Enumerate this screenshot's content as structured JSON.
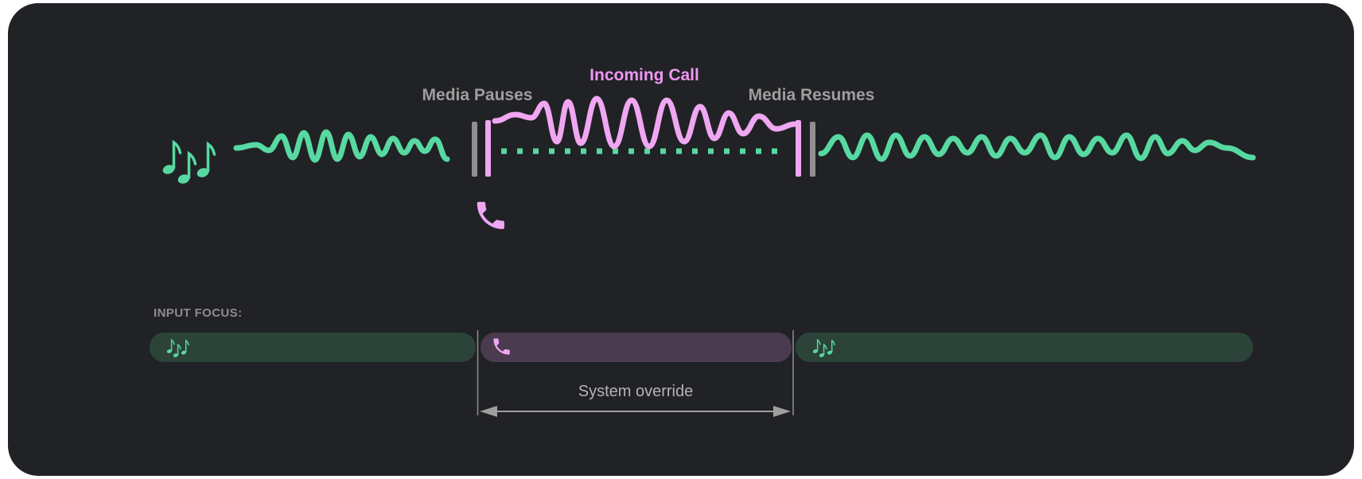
{
  "timeline": {
    "media_pauses": "Media Pauses",
    "incoming_call": "Incoming Call",
    "media_resumes": "Media Resumes"
  },
  "input_focus": {
    "heading": "INPUT FOCUS:",
    "system_override": "System override",
    "segments": [
      {
        "name": "media-before",
        "icon": "music-notes-icon"
      },
      {
        "name": "call",
        "icon": "phone-icon"
      },
      {
        "name": "media-after",
        "icon": "music-notes-icon"
      }
    ]
  },
  "icons": [
    "music-notes-icon",
    "phone-icon"
  ],
  "colors": {
    "panel": "#212225",
    "media_wave": "#57d9a1",
    "call_wave": "#f0a7f2",
    "call_label": "#ef97f3",
    "label_gray": "#9e9e9e",
    "media_bar": "#2c4339",
    "call_bar": "#4b3b4e",
    "marker_gray": "#8f8f8f"
  }
}
